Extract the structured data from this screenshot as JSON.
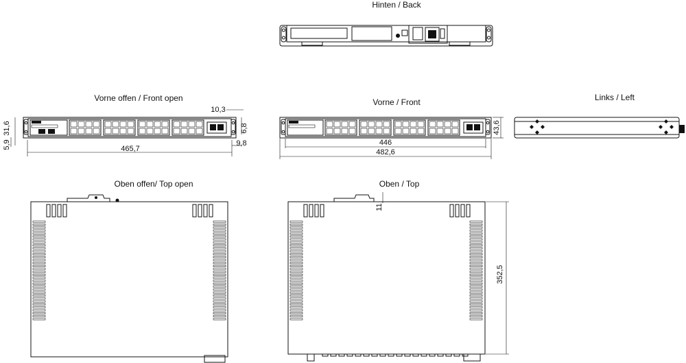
{
  "views": {
    "back": {
      "title": "Hinten / Back"
    },
    "front_open": {
      "title": "Vorne offen / Front open",
      "dims": {
        "top_right": "10,3",
        "height_left": "31,6",
        "small_right": "6,8",
        "bottom_left": "5,9",
        "bottom_right": "9,8",
        "width": "465,7"
      }
    },
    "front": {
      "title": "Vorne / Front",
      "dims": {
        "inner_width": "446",
        "height": "43,6",
        "outer_width": "482,6"
      }
    },
    "left": {
      "title": "Links / Left"
    },
    "top_open": {
      "title": "Oben offen/ Top open"
    },
    "top": {
      "title": "Oben / Top",
      "dims": {
        "depth": "352,5",
        "offset": "11"
      }
    }
  }
}
